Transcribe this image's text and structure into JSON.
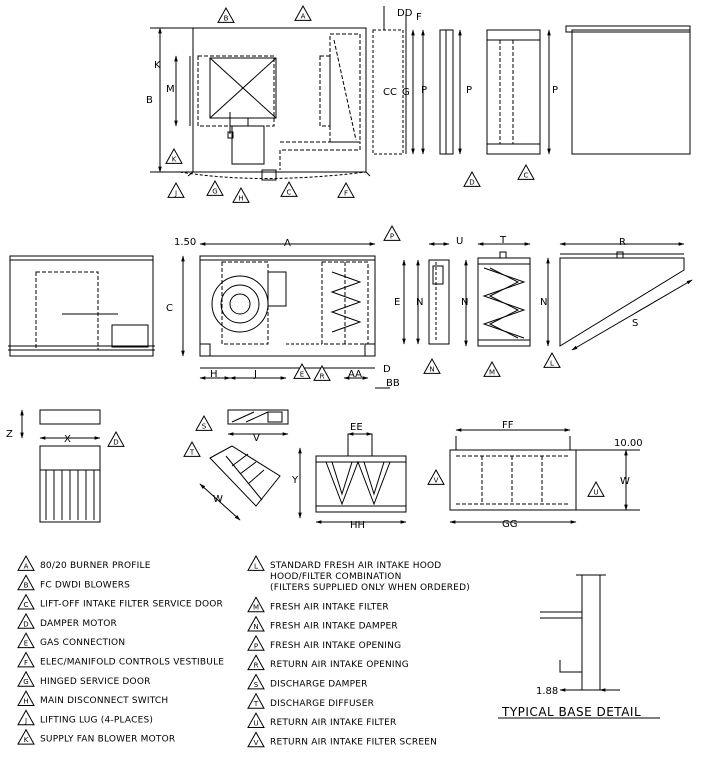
{
  "dims": {
    "top_view": [
      "A",
      "B",
      "K",
      "M",
      "DD",
      "F",
      "CC",
      "G",
      "P"
    ],
    "front_view": [
      "1.50",
      "A",
      "C",
      "E",
      "H",
      "J",
      "AA",
      "D",
      "BB"
    ],
    "damper_side": [
      "U",
      "N"
    ],
    "filter_side": [
      "T",
      "N"
    ],
    "hood_side": [
      "R",
      "N",
      "S"
    ],
    "damper_motor": [
      "Z",
      "X"
    ],
    "discharge_damper": [
      "V"
    ],
    "diffuser": [
      "W",
      "Y"
    ],
    "filter_box": [
      "EE",
      "HH"
    ],
    "screen_box": [
      "FF",
      "10.00",
      "W",
      "GG"
    ],
    "base_detail": [
      "1.88"
    ]
  },
  "callouts": {
    "top_view": [
      "B",
      "A",
      "K",
      "J",
      "G",
      "H",
      "C",
      "F",
      "D",
      "C"
    ],
    "front_view": [
      "P",
      "E",
      "R"
    ],
    "side_views": [
      "N",
      "M",
      "L"
    ],
    "lower": [
      "D",
      "S",
      "T",
      "V",
      "U"
    ]
  },
  "legend_left": [
    {
      "key": "A",
      "text": "80/20 BURNER PROFILE"
    },
    {
      "key": "B",
      "text": "FC DWDI BLOWERS"
    },
    {
      "key": "C",
      "text": "LIFT-OFF INTAKE FILTER SERVICE DOOR"
    },
    {
      "key": "D",
      "text": "DAMPER MOTOR"
    },
    {
      "key": "E",
      "text": "GAS CONNECTION"
    },
    {
      "key": "F",
      "text": "ELEC/MANIFOLD CONTROLS VESTIBULE"
    },
    {
      "key": "G",
      "text": "HINGED SERVICE DOOR"
    },
    {
      "key": "H",
      "text": "MAIN DISCONNECT SWITCH"
    },
    {
      "key": "J",
      "text": "LIFTING LUG (4-PLACES)"
    },
    {
      "key": "K",
      "text": "SUPPLY FAN BLOWER MOTOR"
    }
  ],
  "legend_right": [
    {
      "key": "L",
      "text": "STANDARD FRESH AIR INTAKE HOOD",
      "extra": [
        "HOOD/FILTER COMBINATION",
        "(FILTERS SUPPLIED ONLY WHEN ORDERED)"
      ]
    },
    {
      "key": "M",
      "text": "FRESH AIR INTAKE FILTER"
    },
    {
      "key": "N",
      "text": "FRESH AIR INTAKE DAMPER"
    },
    {
      "key": "P",
      "text": "FRESH AIR INTAKE OPENING"
    },
    {
      "key": "R",
      "text": "RETURN AIR INTAKE OPENING"
    },
    {
      "key": "S",
      "text": "DISCHARGE DAMPER"
    },
    {
      "key": "T",
      "text": "DISCHARGE DIFFUSER"
    },
    {
      "key": "U",
      "text": "RETURN AIR INTAKE FILTER"
    },
    {
      "key": "V",
      "text": "RETURN AIR INTAKE FILTER SCREEN"
    }
  ],
  "base_detail_title": "TYPICAL BASE DETAIL"
}
